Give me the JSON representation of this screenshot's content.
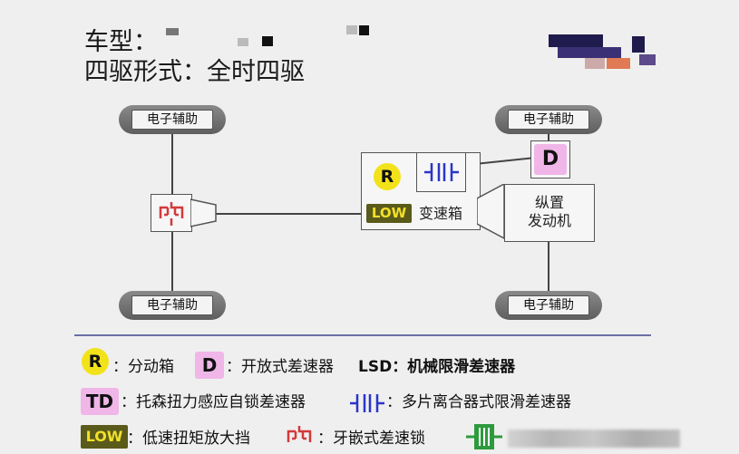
{
  "header": {
    "model_label": "车型：",
    "drive_label": "四驱形式：全时四驱"
  },
  "diagram": {
    "pill_label": "电子辅助",
    "transfer_case_symbol": "R",
    "differential_symbol": "D",
    "low_symbol": "LOW",
    "gearbox_label": "变速箱",
    "engine_label": "纵置\n发动机"
  },
  "legend": {
    "r_symbol": "R",
    "r_text": "：分动箱",
    "d_symbol": "D",
    "d_text": "：开放式差速器",
    "lsd_text": "LSD：机械限滑差速器",
    "td_symbol": "TD",
    "td_text": "：托森扭力感应自锁差速器",
    "multiplate_text": "：多片离合器式限滑差速器",
    "low_symbol": "LOW",
    "low_text": "：低速扭矩放大挡",
    "dog_text": "：牙嵌式差速锁"
  },
  "colors": {
    "r_badge": "#f2e21a",
    "d_badge": "#f0b6e8",
    "low_bg": "#5a5a1a",
    "low_fg": "#f1e02a",
    "dog_clutch": "#d23a3a",
    "multiplate": "#2b35c8",
    "green_icon": "#2e9a3e"
  }
}
